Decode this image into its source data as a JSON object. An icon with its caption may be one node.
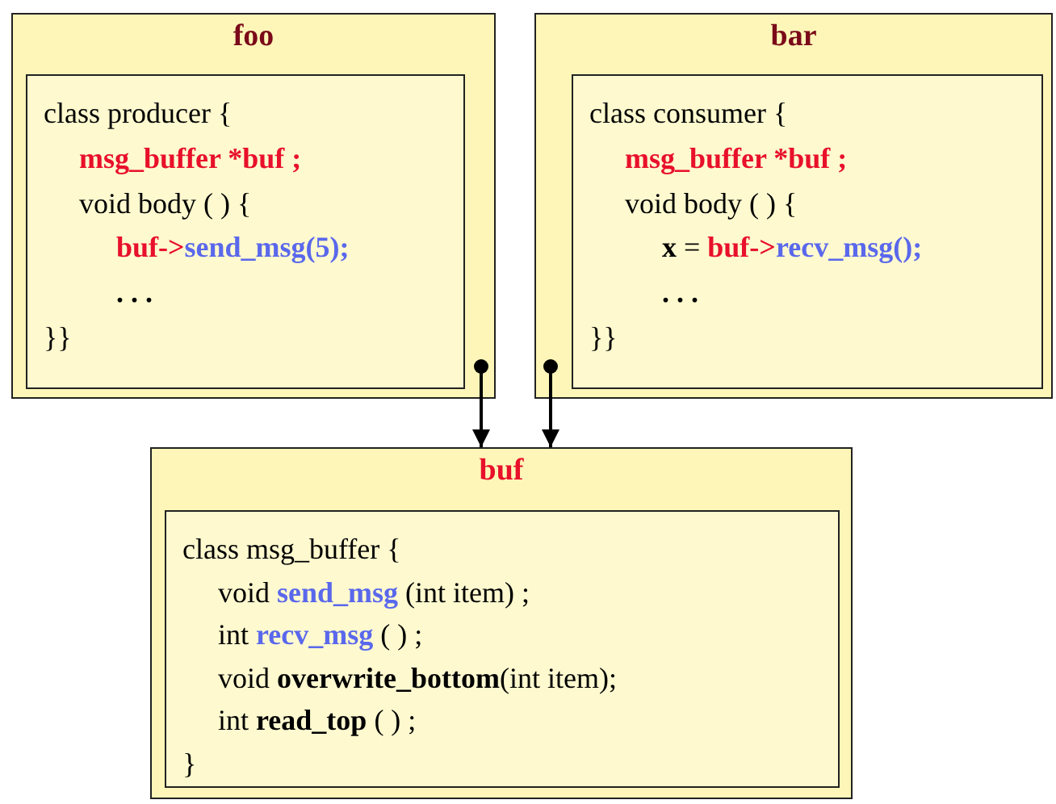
{
  "diagram": {
    "nodes": [
      {
        "text": [
          "foo"
        ]
      },
      {
        "text": [
          "class producer {",
          "msg_buffer *buf ;",
          "void body ( ) {",
          "**buf->****send_msg(5);**",
          ". . .",
          "}}"
        ],
        "in": 0
      },
      {
        "text": [
          "bar"
        ]
      },
      {
        "text": [
          "class consumer {",
          "msg_buffer *buf ;",
          "void body ( ) {",
          "**x** = **buf->****recv_msg();**",
          ". . .",
          "}}"
        ],
        "in": 2
      },
      {
        "text": [
          "buf"
        ]
      },
      {
        "text": [
          "class msg_buffer {",
          "void **send_msg** (int item) ;",
          "int **recv_msg** ( ) ;",
          "void **overwrite_bottom**(int item);",
          "int **read_top** ( ) ;",
          "}"
        ],
        "in": 4
      }
    ],
    "edges": [
      {
        "from": 0,
        "to": 4,
        "arrow": "to"
      },
      {
        "from": 2,
        "to": 4,
        "arrow": "to"
      }
    ]
  }
}
